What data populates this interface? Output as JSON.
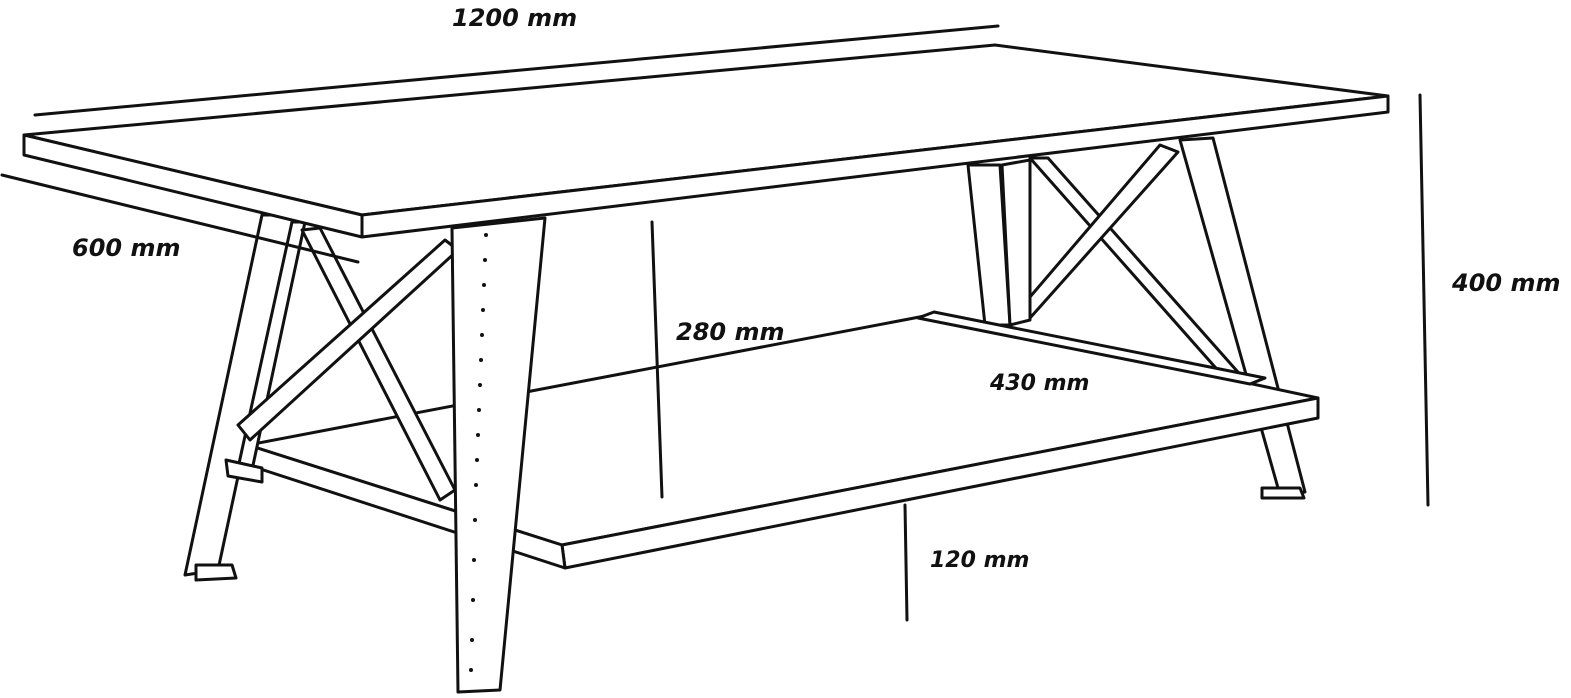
{
  "dimensions": {
    "length": "1200 mm",
    "depth": "600 mm",
    "height": "400 mm",
    "shelf_gap": "280 mm",
    "shelf_depth": "430 mm",
    "floor_clearance": "120 mm"
  }
}
